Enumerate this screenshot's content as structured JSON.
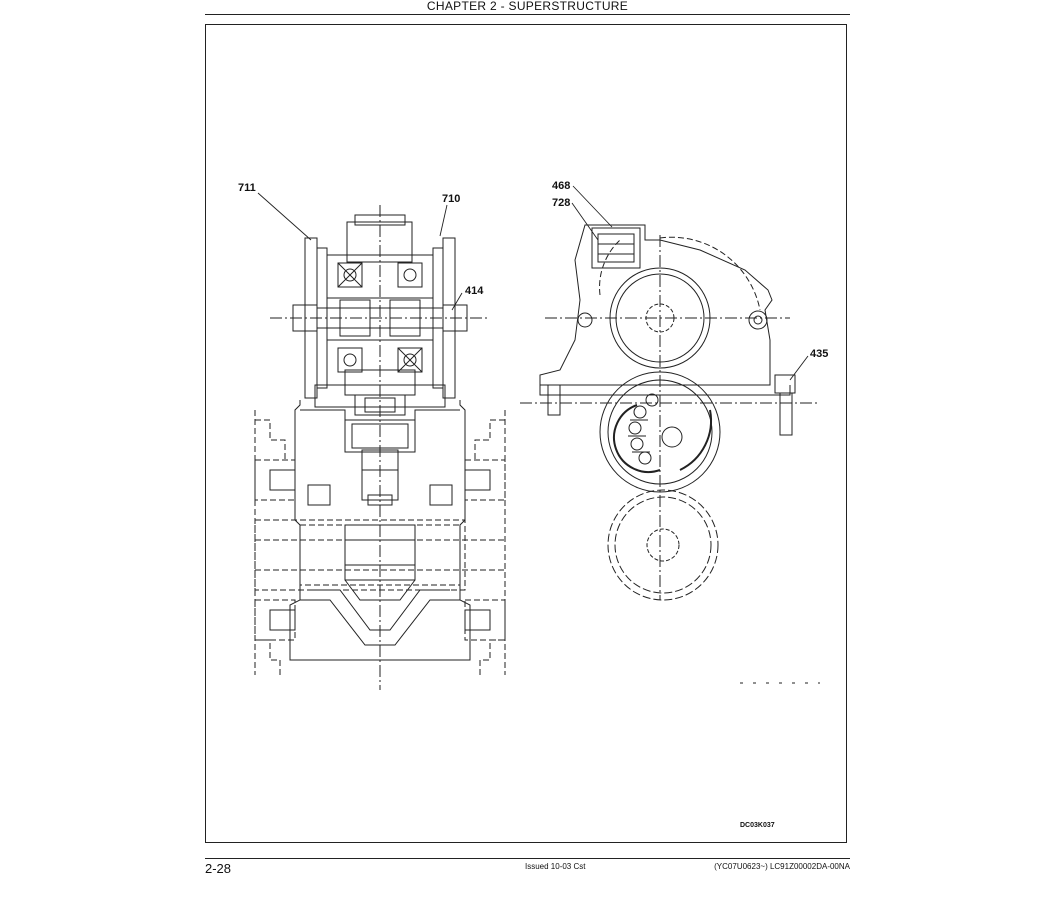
{
  "header": {
    "chapter_title": "CHAPTER 2 - SUPERSTRUCTURE"
  },
  "drawing": {
    "callouts": {
      "c711": "711",
      "c710": "710",
      "c414": "414",
      "c468": "468",
      "c728": "728",
      "c435": "435"
    },
    "drawing_code": "DC03K037"
  },
  "footer": {
    "page_number": "2-28",
    "issue_info": "Issued 10-03   Cst",
    "doc_code": "(YC07U0623~)   LC91Z00002DA-00NA"
  }
}
